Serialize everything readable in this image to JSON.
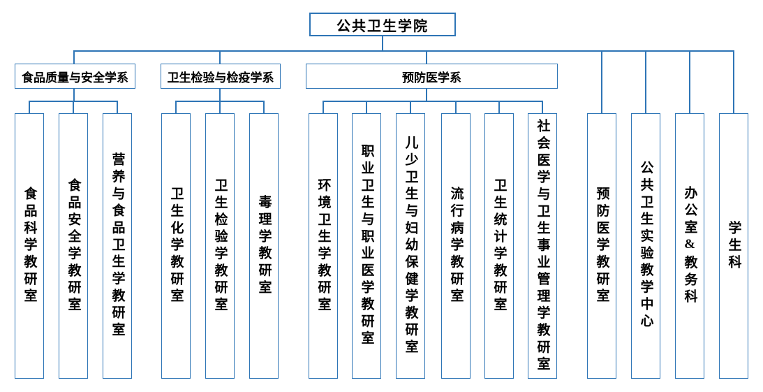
{
  "colors": {
    "accent": "#2E75B6",
    "text": "#000000",
    "background": "#FFFFFF"
  },
  "root": {
    "label": "公共卫生学院"
  },
  "departments": [
    {
      "label": "食品质量与安全学系",
      "children": [
        "食品科学教研室",
        "食品安全学教研室",
        "营养与食品卫生学教研室"
      ]
    },
    {
      "label": "卫生检验与检疫学系",
      "children": [
        "卫生化学教研室",
        "卫生检验学教研室",
        "毒理学教研室"
      ]
    },
    {
      "label": "预防医学系",
      "children": [
        "环境卫生学教研室",
        "职业卫生与职业医学教研室",
        "儿少卫生与妇幼保健学教研室",
        "流行病学教研室",
        "卫生统计学教研室",
        "社会医学与卫生事业管理学教研室"
      ]
    }
  ],
  "direct_units": [
    "预防医学教研室",
    "公共卫生实验教学中心",
    "办公室&教务科",
    "学生科"
  ]
}
